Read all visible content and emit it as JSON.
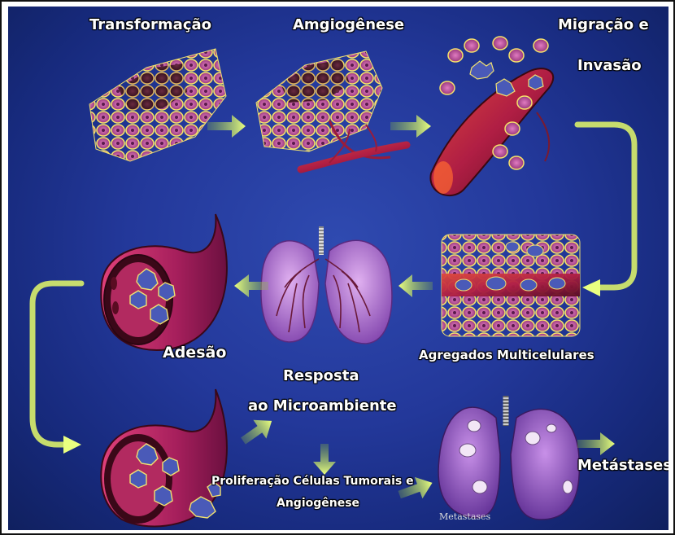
{
  "labels": {
    "transformacao": "Transformação",
    "angiogenese": "Amgiogênese",
    "migracao_1": "Migração e",
    "migracao_2": "Invasão",
    "agregados": "Agregados Multicelulares",
    "adesao": "Adesão",
    "resposta_1": "Resposta",
    "resposta_2": "ao Microambiente",
    "proliferacao_1": "Proliferação Células Tumorais e",
    "proliferacao_2": "Angiogênese",
    "metastases": "Metástases:",
    "metastases_small": "Metastases"
  },
  "colors": {
    "background": "#23389a",
    "arrow": "#d9f06a",
    "cell_fill": "#c04f9a",
    "cell_outline": "#f0e070",
    "tumor_cell": "#4a5ab8",
    "vessel": "#c0306a",
    "lung": "#b07ad8"
  }
}
